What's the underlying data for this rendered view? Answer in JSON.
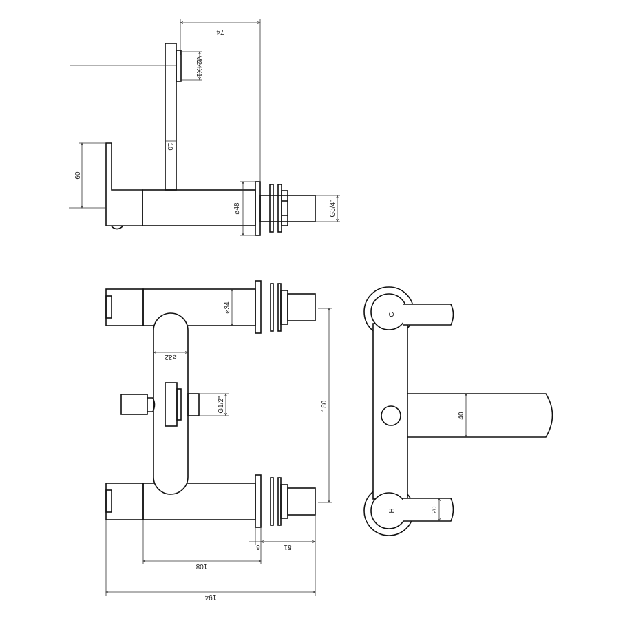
{
  "drawing": {
    "line_color": "#111111",
    "background": "#ffffff",
    "side_view": {
      "dim_74": "74",
      "dim_thread": "M24X1",
      "dim_10": "10",
      "dim_60": "60",
      "dim_dia48": "⌀48",
      "dim_inlet": "G3/4\""
    },
    "top_view": {
      "dim_dia34": "⌀34",
      "dim_dia32": "⌀32",
      "dim_outlet": "G1/2\"",
      "dim_180": "180",
      "dim_5": "5",
      "dim_51": "51",
      "dim_108": "108",
      "dim_194": "194"
    },
    "front_view": {
      "cold_label": "C",
      "hot_label": "H",
      "dim_40": "40",
      "dim_20": "20"
    }
  }
}
